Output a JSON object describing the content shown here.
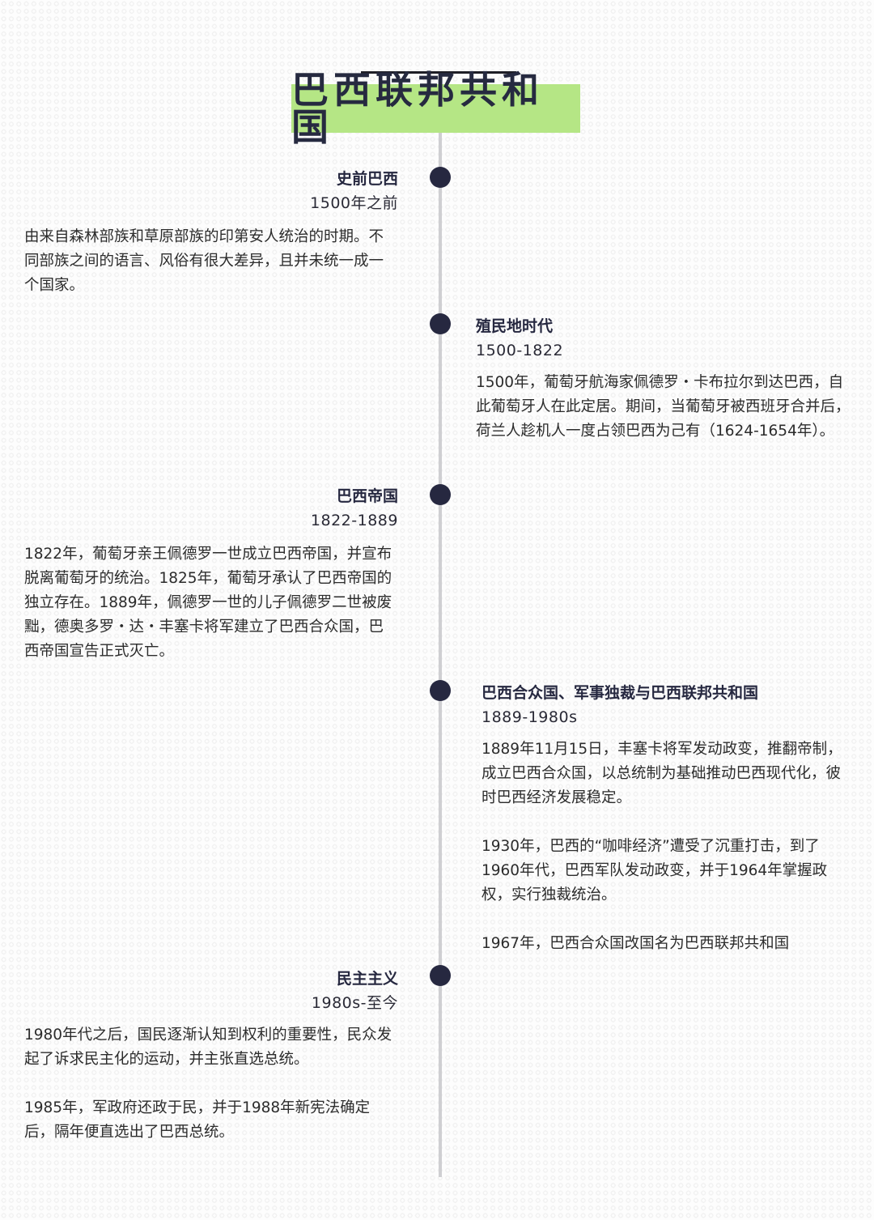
{
  "header": {
    "title": "巴西联邦共和国",
    "accent_color": "#b5e685",
    "text_color": "#262a40"
  },
  "timeline": {
    "dot_color": "#262840",
    "line_color": "#cfcfd2",
    "entries": [
      {
        "side": "left",
        "title": "史前巴西",
        "date": "1500年之前",
        "paragraphs": [
          "由来自森林部族和草原部族的印第安人统治的时期。不同部族之间的语言、风俗有很大差异，且并未统一成一个国家。"
        ]
      },
      {
        "side": "right",
        "title": "殖民地时代",
        "date": "1500-1822",
        "paragraphs": [
          "1500年，葡萄牙航海家佩德罗・卡布拉尔到达巴西，自此葡萄牙人在此定居。期间，当葡萄牙被西班牙合并后，荷兰人趁机人一度占领巴西为己有（1624-1654年）。"
        ]
      },
      {
        "side": "left",
        "title": "巴西帝国",
        "date": "1822-1889",
        "paragraphs": [
          "1822年，葡萄牙亲王佩德罗一世成立巴西帝国，并宣布脱离葡萄牙的统治。1825年，葡萄牙承认了巴西帝国的独立存在。1889年，佩德罗一世的儿子佩德罗二世被废黜，德奥多罗・达・丰塞卡将军建立了巴西合众国，巴西帝国宣告正式灭亡。"
        ]
      },
      {
        "side": "right",
        "title": "巴西合众国、军事独裁与巴西联邦共和国",
        "date": "1889-1980s",
        "paragraphs": [
          "1889年11月15日，丰塞卡将军发动政变，推翻帝制，成立巴西合众国，以总统制为基础推动巴西现代化，彼时巴西经济发展稳定。",
          "1930年，巴西的“咖啡经济”遭受了沉重打击，到了1960年代，巴西军队发动政变，并于1964年掌握政权，实行独裁统治。",
          "1967年，巴西合众国改国名为巴西联邦共和国"
        ]
      },
      {
        "side": "left",
        "title": "民主主义",
        "date": "1980s-至今",
        "paragraphs": [
          "1980年代之后，国民逐渐认知到权利的重要性，民众发起了诉求民主化的运动，并主张直选总统。",
          "1985年，军政府还政于民，并于1988年新宪法确定后，隔年便直选出了巴西总统。"
        ]
      }
    ]
  }
}
